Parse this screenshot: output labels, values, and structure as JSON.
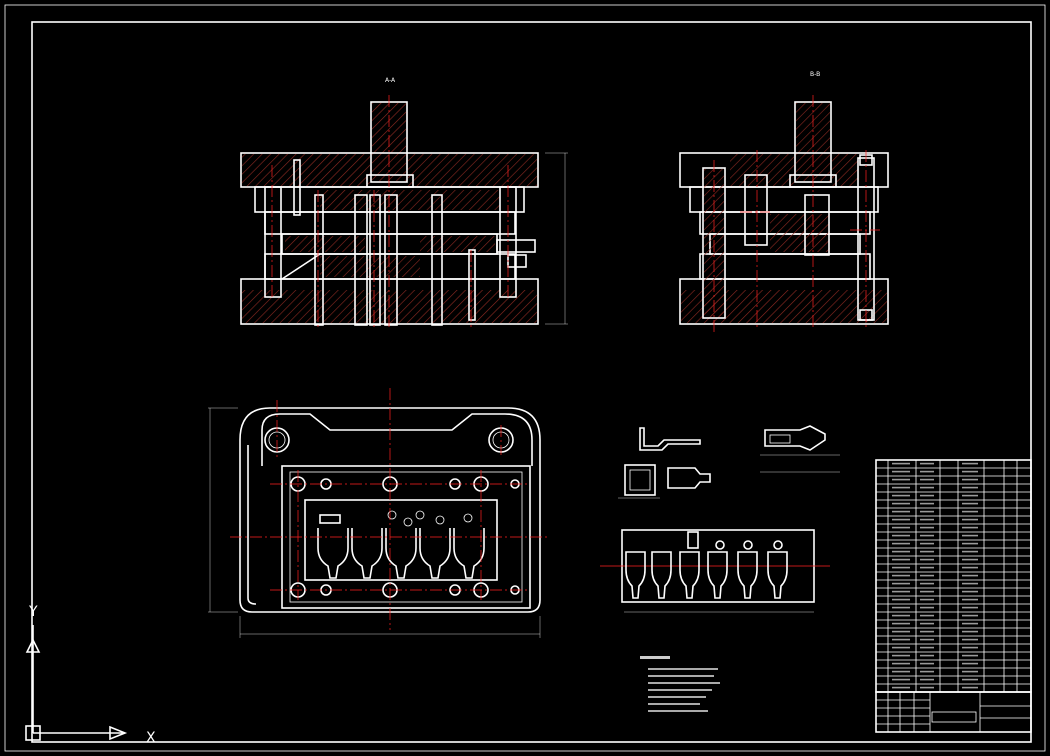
{
  "drawing": {
    "background": "#000000",
    "line_color": "#ffffff",
    "centerline_color": "#ff2020",
    "hatch_color": "#c0392b"
  },
  "views": {
    "front_label": "A-A",
    "side_label": "B-B"
  },
  "ucs": {
    "y_label": "Y",
    "x_label": "X"
  }
}
